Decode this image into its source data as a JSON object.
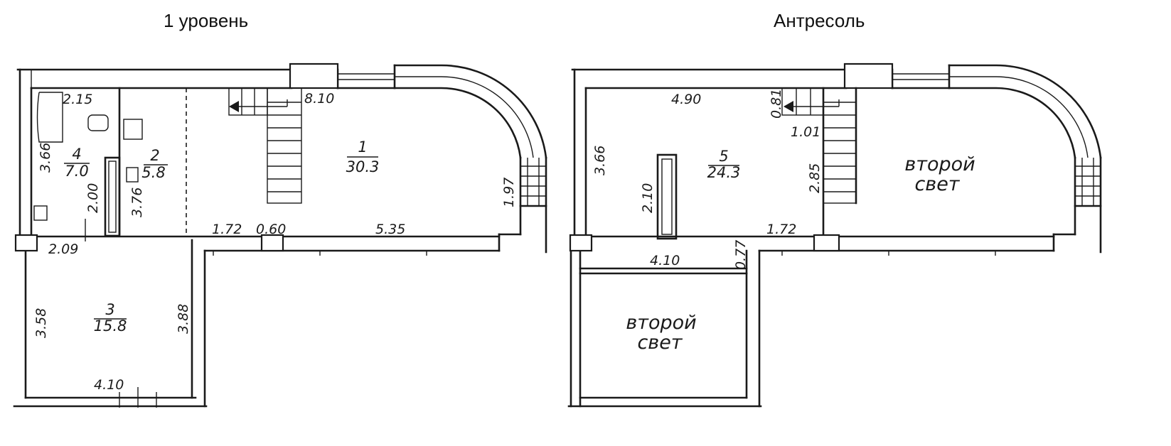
{
  "titles": {
    "left": "1 уровень",
    "right": "Антресоль"
  },
  "plan1": {
    "rooms": [
      {
        "num": "1",
        "area": "30.3"
      },
      {
        "num": "2",
        "area": "5.8"
      },
      {
        "num": "3",
        "area": "15.8"
      },
      {
        "num": "4",
        "area": "7.0"
      }
    ],
    "dims": {
      "d215": "2.15",
      "d366": "3.66",
      "d200": "2.00",
      "d376": "3.76",
      "d810": "8.10",
      "d197": "1.97",
      "d172": "1.72",
      "d060": "0.60",
      "d535": "5.35",
      "d209": "2.09",
      "d358": "3.58",
      "d388": "3.88",
      "d410": "4.10"
    }
  },
  "plan2": {
    "room": {
      "num": "5",
      "area": "24.3"
    },
    "dims": {
      "d490": "4.90",
      "d081": "0.81",
      "d101": "1.01",
      "d366": "3.66",
      "d210": "2.10",
      "d285": "2.85",
      "d172": "1.72",
      "d410": "4.10",
      "d077": "0.77"
    },
    "second_light_1": {
      "line1": "второй",
      "line2": "свет"
    },
    "second_light_2": {
      "line1": "второй",
      "line2": "свет"
    }
  }
}
